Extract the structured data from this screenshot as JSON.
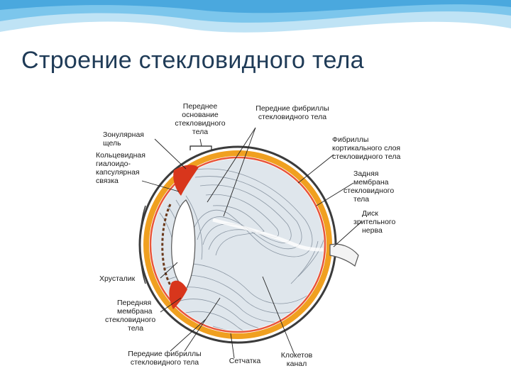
{
  "slide": {
    "title": "Строение стекловидного тела"
  },
  "diagram": {
    "labels": {
      "anterior_base_1": "Переднее",
      "anterior_base_2": "основание",
      "anterior_base_3": "стекловидного",
      "anterior_base_4": "тела",
      "anterior_fibrils_top_1": "Передние фибриллы",
      "anterior_fibrils_top_2": "стекловидного тела",
      "zonular_1": "Зонулярная",
      "zonular_2": "щель",
      "ring_lig_1": "Кольцевидная",
      "ring_lig_2": "гиалоидо-",
      "ring_lig_3": "капсулярная",
      "ring_lig_4": "связка",
      "cortical_1": "Фибриллы",
      "cortical_2": "кортикального слоя",
      "cortical_3": "стекловидного тела",
      "posterior_1": "Задняя",
      "posterior_2": "мембрана",
      "posterior_3": "стекловидного",
      "posterior_4": "тела",
      "optic_1": "Диск",
      "optic_2": "зрительного",
      "optic_3": "нерва",
      "lens": "Хрусталик",
      "anterior_membrane_1": "Передняя",
      "anterior_membrane_2": "мембрана",
      "anterior_membrane_3": "стекловидного",
      "anterior_membrane_4": "тела",
      "anterior_fibrils_bottom_1": "Передние фибриллы",
      "anterior_fibrils_bottom_2": "стекловидного тела",
      "retina": "Сетчатка",
      "cloquet_1": "Клокетов",
      "cloquet_2": "канал"
    },
    "colors": {
      "sclera": "#3b3b3b",
      "choroid": "#f0a020",
      "red": "#d8361c",
      "vitreous": "#dfe6ec",
      "fiber": "#8a96a3",
      "title": "#1f3b57",
      "wave": "#5ab4e6"
    }
  }
}
